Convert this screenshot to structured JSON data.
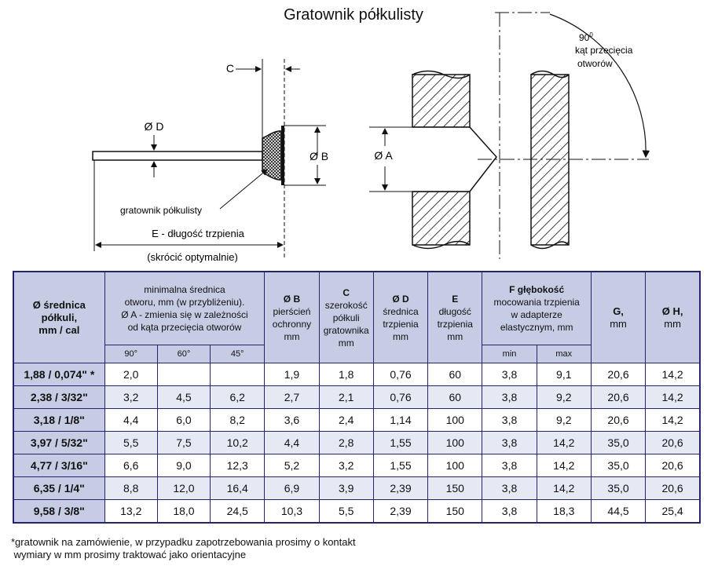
{
  "title": "Gratownik półkulisty",
  "drawing": {
    "label_c": "C",
    "label_d": "Ø D",
    "label_b": "Ø B",
    "label_a": "Ø A",
    "label_brush": "gratownik półkulisty",
    "label_e": "E - długość trzpienia",
    "label_e_note": "(skrócić optymalnie)",
    "angle_line1": "90",
    "angle_line1_sup": "0",
    "angle_line2": "kąt przecięcia",
    "angle_line3": "otworów"
  },
  "table": {
    "headers": {
      "col1": [
        "Ø średnica",
        "półkuli,",
        "mm / cal"
      ],
      "col2": [
        "minimalna średnica",
        "otworu, mm (w przybliżeniu).",
        "Ø A - zmienia się w zależności",
        "od kąta przecięcia otworów"
      ],
      "col3": [
        "Ø B",
        "pierścień",
        "ochronny",
        "mm"
      ],
      "col4": [
        "C",
        "szerokość",
        "półkuli",
        "gratownika",
        "mm"
      ],
      "col5": [
        "Ø D",
        "średnica",
        "trzpienia",
        "mm"
      ],
      "col6": [
        "E",
        "długość",
        "trzpienia",
        "mm"
      ],
      "col7": [
        "F głębokość",
        "mocowania trzpienia",
        "w adapterze",
        "elastycznym, mm"
      ],
      "col8": [
        "G,",
        "mm"
      ],
      "col9": [
        "Ø H,",
        "mm"
      ],
      "sub_angles": [
        "90°",
        "60°",
        "45°"
      ],
      "sub_f": [
        "min",
        "max"
      ]
    },
    "rows": [
      [
        "1,88 / 0,074\" *",
        "2,0",
        "",
        "",
        "1,9",
        "1,8",
        "0,76",
        "60",
        "3,8",
        "9,1",
        "20,6",
        "14,2"
      ],
      [
        "2,38 / 3/32\"",
        "3,2",
        "4,5",
        "6,2",
        "2,7",
        "2,1",
        "0,76",
        "60",
        "3,8",
        "9,2",
        "20,6",
        "14,2"
      ],
      [
        "3,18 / 1/8\"",
        "4,4",
        "6,0",
        "8,2",
        "3,6",
        "2,4",
        "1,14",
        "100",
        "3,8",
        "9,2",
        "20,6",
        "14,2"
      ],
      [
        "3,97 / 5/32\"",
        "5,5",
        "7,5",
        "10,2",
        "4,4",
        "2,8",
        "1,55",
        "100",
        "3,8",
        "14,2",
        "35,0",
        "20,6"
      ],
      [
        "4,77 / 3/16\"",
        "6,6",
        "9,0",
        "12,3",
        "5,2",
        "3,2",
        "1,55",
        "100",
        "3,8",
        "14,2",
        "35,0",
        "20,6"
      ],
      [
        "6,35 / 1/4\"",
        "8,8",
        "12,0",
        "16,4",
        "6,9",
        "3,9",
        "2,39",
        "150",
        "3,8",
        "14,2",
        "35,0",
        "20,6"
      ],
      [
        "9,58 / 3/8\"",
        "13,2",
        "18,0",
        "24,5",
        "10,3",
        "5,5",
        "2,39",
        "150",
        "3,8",
        "18,3",
        "44,5",
        "25,4"
      ]
    ]
  },
  "notes": [
    "*gratownik na zamówienie, w przypadku zapotrzebowania prosimy o kontakt",
    " wymiary w mm prosimy traktować jako orientacyjne"
  ]
}
